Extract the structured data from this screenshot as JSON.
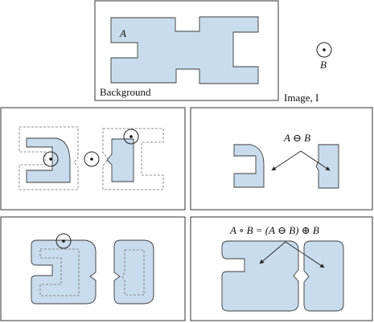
{
  "top": {
    "set_label": "A",
    "background_label": "Background",
    "structuring_element_label": "B",
    "image_label": "Image, I"
  },
  "panels": {
    "erosion": {
      "label": "A ⊖ B"
    },
    "opening": {
      "label": "A ∘ B = (A ⊖ B) ⊕ B"
    }
  },
  "colors": {
    "fill": "#c9dced",
    "stroke": "#3a3a3a",
    "dashed": "#6b6b6b"
  }
}
